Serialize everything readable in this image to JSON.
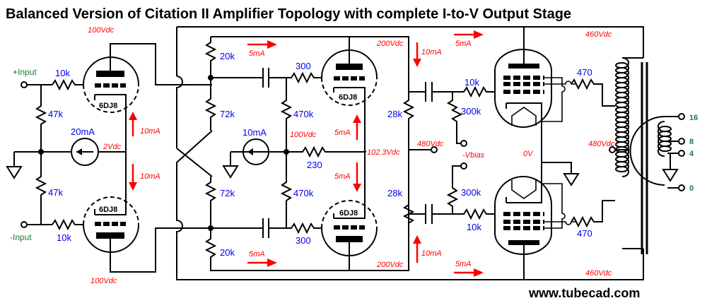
{
  "title": "Balanced Version of Citation II Amplifier Topology with complete I-to-V Output Stage",
  "footer": "www.tubecad.com",
  "colors": {
    "component_value": "#0000ee",
    "annotation": "#ff0000",
    "terminal_label": "#1a7a3a",
    "wire": "#000000"
  },
  "inputs": {
    "plus": "+Input",
    "minus": "-Input"
  },
  "input_stage": {
    "grid_resistor_top": "10k",
    "grid_resistor_bottom": "10k",
    "shunt_top": "47k",
    "shunt_bottom": "47k",
    "ccs": "20mA",
    "tube_top": "6DJ8",
    "tube_bottom": "6DJ8",
    "cathode_voltage": "2Vdc",
    "current_top": "10mA",
    "current_bottom": "10mA",
    "plate_voltage_top": "100Vdc",
    "plate_voltage_bottom": "100Vdc"
  },
  "driver_stage": {
    "load_top": "20k",
    "load_bottom": "20k",
    "divider_top": "72k",
    "divider_bottom": "72k",
    "grid_leak_top": "470k",
    "grid_leak_bottom": "470k",
    "grid_stopper_top": "300",
    "grid_stopper_bottom": "300",
    "ccs": "10mA",
    "bias_voltage": "100Vdc",
    "cathode_resistor": "230",
    "tube_top": "6DJ8",
    "tube_bottom": "6DJ8",
    "current_left_top": "5mA",
    "current_left_bottom": "5mA",
    "current_tube_top": "5mA",
    "current_tube_bottom": "5mA",
    "plate_voltage_top": "200Vdc",
    "plate_voltage_bottom": "200Vdc",
    "cathode_voltage": "102.3Vdc"
  },
  "output_stage": {
    "load_top": "28k",
    "load_bottom": "28k",
    "supply_voltage": "480Vdc",
    "current_top": "10mA",
    "current_bottom": "10mA",
    "bias_top": "300k",
    "bias_bottom": "300k",
    "bias_supply": "-Vbias",
    "grid_stopper_top": "10k",
    "grid_stopper_bottom": "10k",
    "screen_resistor_top": "470",
    "screen_resistor_bottom": "470",
    "cathode_voltage": "0V",
    "current_feedback_top": "5mA",
    "current_feedback_bottom": "5mA",
    "plate_voltage_top": "460Vdc",
    "plate_voltage_bottom": "460Vdc",
    "transformer_ct_voltage": "480Vdc"
  },
  "secondary_taps": [
    "16",
    "8",
    "4",
    "0"
  ]
}
